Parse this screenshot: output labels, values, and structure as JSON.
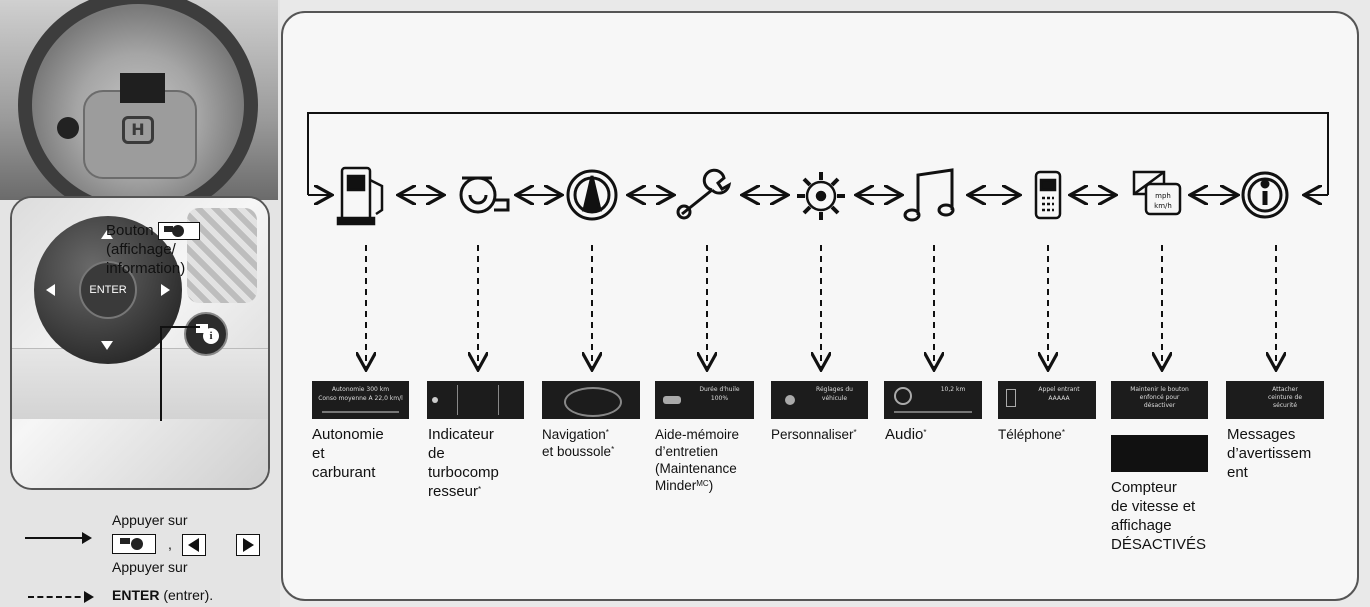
{
  "diagram": {
    "button_callout": {
      "line1": "Bouton",
      "line2": "(affichage/",
      "line3": "information)"
    },
    "enter_label": "ENTER",
    "legend": {
      "solid_text": "Appuyer sur",
      "separator": ",",
      "dashed_text_1": "Appuyer sur",
      "dashed_text_bold": "ENTER",
      "dashed_text_2": "(entrer).",
      "trailing_dot": "."
    },
    "items": [
      {
        "icon": "fuel-pump-icon",
        "label": [
          "Autonomie",
          "et",
          "carburant"
        ],
        "thumb_text": [
          "Autonomie 300 km",
          "Conso moyenne A 22,0 km/l"
        ]
      },
      {
        "icon": "turbocharger-icon",
        "label": [
          "Indicateur",
          "de",
          "turbocomp",
          "resseur"
        ],
        "thumb_text": [],
        "asterisk": "*"
      },
      {
        "icon": "compass-icon",
        "label": [
          "Navigation",
          "et boussole"
        ],
        "thumb_text": [],
        "asterisk": "*"
      },
      {
        "icon": "wrench-icon",
        "label": [
          "Aide-mémoire",
          "d’entretien",
          "(Maintenance",
          "Minder"
        ],
        "sup": "MC",
        "tail": ")",
        "thumb_text": [
          "Durée d'huile",
          "100%"
        ]
      },
      {
        "icon": "gear-icon",
        "label": [
          "Personnaliser"
        ],
        "thumb_text": [
          "Réglages du",
          "véhicule"
        ],
        "asterisk": "*"
      },
      {
        "icon": "music-note-icon",
        "label": [
          "Audio"
        ],
        "thumb_text": [
          "10,2 km"
        ],
        "asterisk": "*"
      },
      {
        "icon": "phone-icon",
        "label": [
          "Téléphone"
        ],
        "thumb_text": [
          "Appel entrant",
          "AAAAA"
        ],
        "asterisk": "*"
      },
      {
        "icon": "speedometer-off-icon",
        "label": [
          "Compteur",
          "de vitesse et",
          "affichage",
          "DÉSACTIVÉS"
        ],
        "thumb_text": [
          "Maintenir le bouton",
          "enfoncé pour",
          "désactiver"
        ]
      },
      {
        "icon": "info-circle-icon",
        "label": [
          "Messages",
          "d’avertissem",
          "ent"
        ],
        "thumb_text": [
          "Attacher",
          "ceinture de",
          "sécurité"
        ]
      }
    ]
  }
}
